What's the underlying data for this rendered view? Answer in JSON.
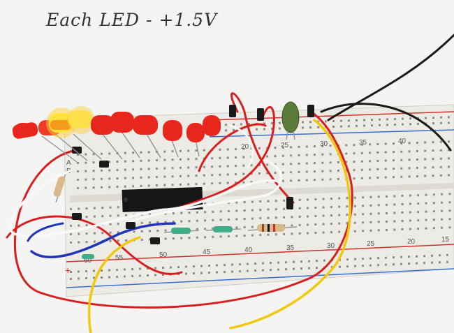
{
  "caption": "Each LED - +1.5V",
  "breadboard_numbers": {
    "top_row": [
      "20",
      "25",
      "30",
      "35",
      "40"
    ],
    "bottom_row": [
      "55",
      "50",
      "45",
      "40",
      "35",
      "30",
      "25",
      "20",
      "15"
    ],
    "left_letters": [
      "A",
      "B"
    ],
    "power_plus": "+",
    "left_60": "60"
  },
  "colors": {
    "board": "#ecebe6",
    "led_red": "#e8261c",
    "led_lit": "#ffe23a",
    "wire_red": "#d81e1e",
    "wire_black": "#1a1a1a",
    "wire_white": "#f5f5f5",
    "wire_blue": "#2036b8",
    "wire_yellow": "#f2c80f",
    "capacitor_green": "#5c7a3a",
    "ic_black": "#161616"
  }
}
